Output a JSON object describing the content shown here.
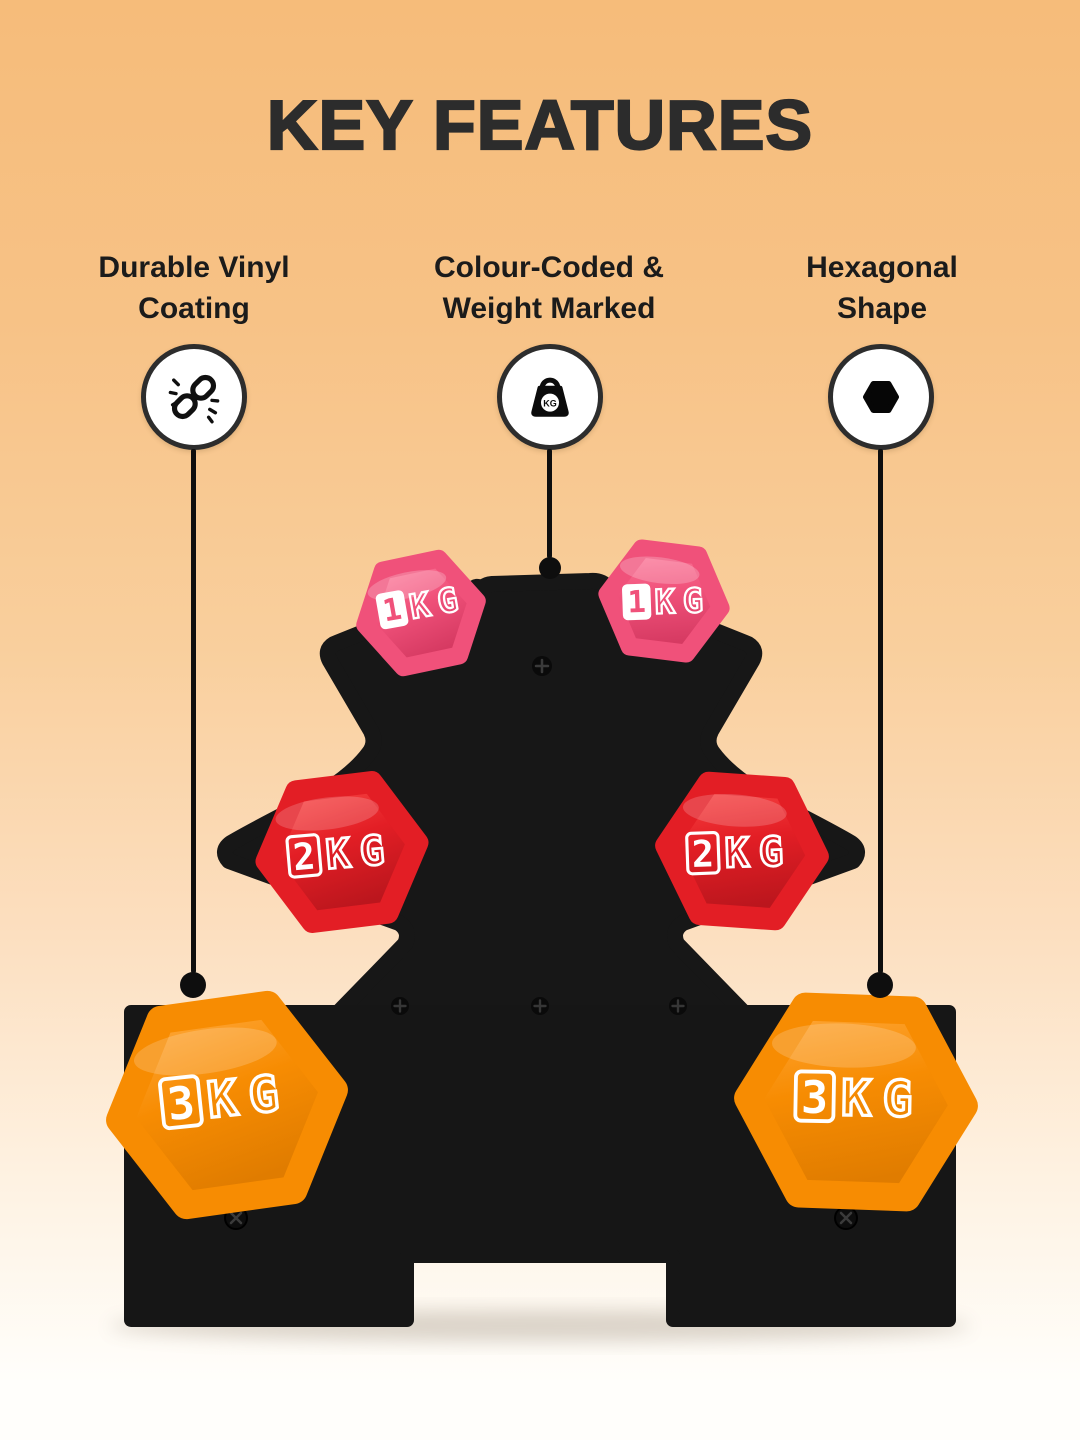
{
  "page": {
    "title": "KEY FEATURES"
  },
  "colors": {
    "background_top": "#f6bc7a",
    "background_bottom": "#fffefb",
    "rack_black": "#171717",
    "accent_pink": "#f0517a",
    "accent_red": "#e31e25",
    "accent_orange": "#f78c02",
    "connector_black": "#0e0e0e",
    "icon_circle_border": "#2d2d2d"
  },
  "features": [
    {
      "line1": "Durable Vinyl",
      "line2": "Coating",
      "icon": "broken-chain-link-icon"
    },
    {
      "line1": "Colour-Coded &",
      "line2": "Weight Marked",
      "icon": "weight-kg-icon",
      "icon_badge": "KG"
    },
    {
      "line1": "Hexagonal",
      "line2": "Shape",
      "icon": "hexagon-icon"
    }
  ],
  "dumbbells": [
    {
      "label": "1KG",
      "digit": "1",
      "unit_k": "K",
      "unit_g": "G",
      "color": "pink",
      "hex": "#f0517a"
    },
    {
      "label": "2KG",
      "digit": "2",
      "unit_k": "K",
      "unit_g": "G",
      "color": "red",
      "hex": "#e31e25"
    },
    {
      "label": "3KG",
      "digit": "3",
      "unit_k": "K",
      "unit_g": "G",
      "color": "orange",
      "hex": "#f78c02"
    }
  ]
}
